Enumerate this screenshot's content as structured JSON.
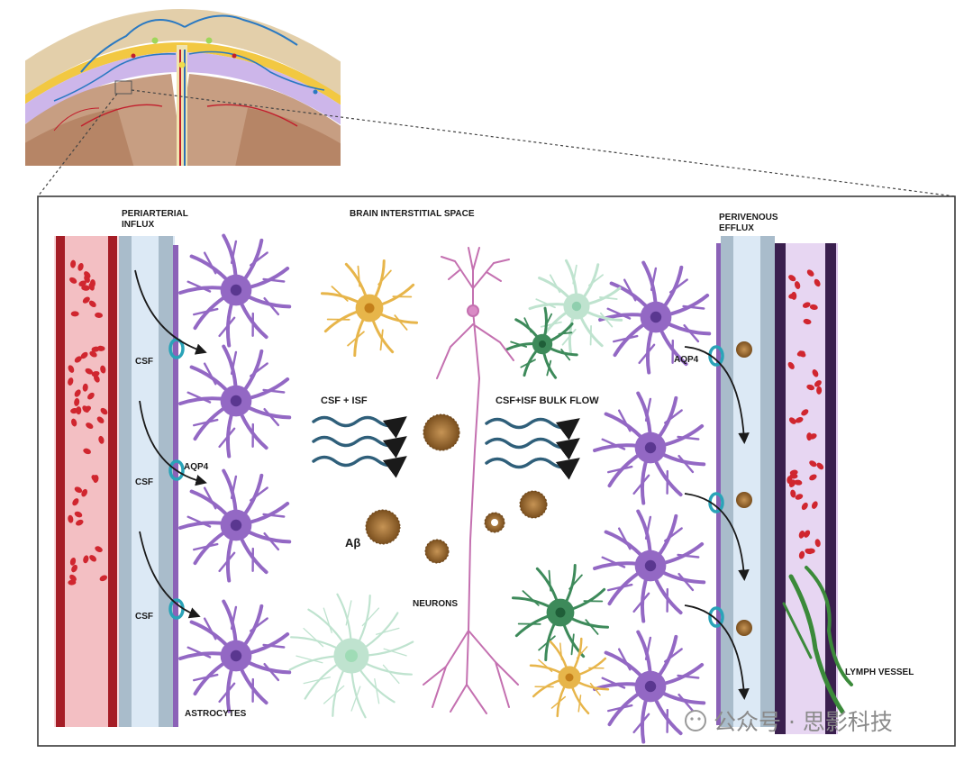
{
  "labels": {
    "periarterial_line1": "PERIARTERIAL",
    "periarterial_line2": "INFLUX",
    "brain_space": "BRAIN INTERSTITIAL SPACE",
    "perivenous_line1": "PERIVENOUS",
    "perivenous_line2": "EFFLUX",
    "csf_1": "CSF",
    "csf_2": "CSF",
    "csf_3": "CSF",
    "aqp4_left": "AQP4",
    "aqp4_right": "AQP4",
    "csf_isf": "CSF + ISF",
    "bulk_flow": "CSF+ISF BULK FLOW",
    "abeta": "Aβ",
    "neurons": "NEURONS",
    "astrocytes": "ASTROCYTES",
    "lymph_vessel": "LYMPH VESSEL"
  },
  "watermark": {
    "text": "公众号 · 思影科技"
  },
  "colors": {
    "artery": "#b8232b",
    "artery_light": "#f7cfd2",
    "rbc": "#d0262f",
    "perivascular": "#dce9f5",
    "vessel_wall": "#aebfcc",
    "astrocyte": "#9368c4",
    "astrocyte_nucleus": "#5a3790",
    "neuron": "#c470b0",
    "oligodendrocyte": "#e7b54a",
    "microglia": "#3d8a5a",
    "pale_glia": "#bfe3cf",
    "amyloid": "#9a6a2b",
    "wave": "#2f5f7a",
    "lymph": "#3b8a3a",
    "vein_wall": "#3a1f4e",
    "vein_fill": "#dcc4ea",
    "aqp4": "#2aa3b8"
  }
}
